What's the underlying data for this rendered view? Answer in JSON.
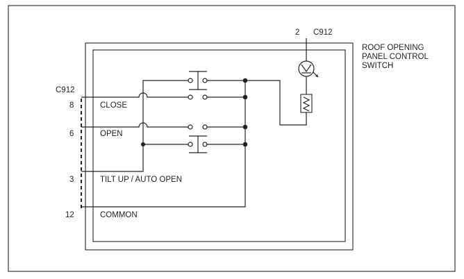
{
  "labels": {
    "component_title": [
      "ROOF OPENING",
      "PANEL CONTROL",
      "SWITCH"
    ],
    "top_pin": "2",
    "top_connector": "C912",
    "left_connector": "C912"
  },
  "pins": [
    {
      "number": "8",
      "signal": "CLOSE"
    },
    {
      "number": "6",
      "signal": "OPEN"
    },
    {
      "number": "3",
      "signal": "TILT UP / AUTO OPEN"
    },
    {
      "number": "12",
      "signal": "COMMON"
    }
  ]
}
